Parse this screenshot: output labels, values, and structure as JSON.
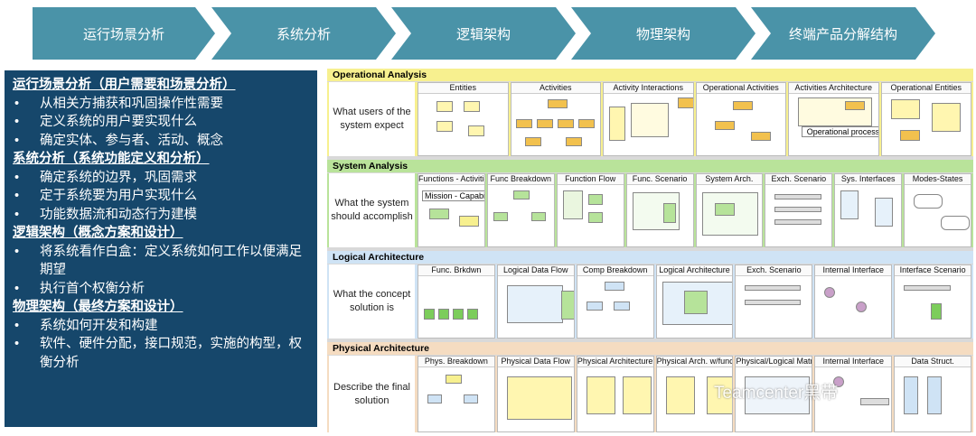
{
  "chevrons": [
    "运行场景分析",
    "系统分析",
    "逻辑架构",
    "物理架构",
    "终端产品分解结构"
  ],
  "left": {
    "sections": [
      {
        "title": "运行场景分析（用户需要和场景分析）",
        "bullets": [
          "从相关方捕获和巩固操作性需要",
          "定义系统的用户要实现什么",
          "确定实体、参与者、活动、概念"
        ]
      },
      {
        "title": "系统分析（系统功能定义和分析）",
        "bullets": [
          "确定系统的边界，巩固需求",
          "定于系统要为用户实现什么",
          "功能数据流和动态行为建模"
        ]
      },
      {
        "title": "逻辑架构（概念方案和设计）",
        "bullets": [
          "将系统看作白盒：定义系统如何工作以便满足期望",
          "执行首个权衡分析"
        ]
      },
      {
        "title": "物理架构（最终方案和设计）",
        "bullets": [
          "系统如何开发和构建",
          "软件、硬件分配，接口规范，实施的构型，权衡分析"
        ]
      }
    ]
  },
  "bands": [
    {
      "title": "Operational Analysis",
      "question": "What users of the system expect",
      "thumbs": [
        "Entities",
        "Activities",
        "Activity Interactions",
        "Operational Activities",
        "Activities Architecture",
        "Operational Entities"
      ]
    },
    {
      "title": "System Analysis",
      "question": "What the system should accomplish",
      "thumbs": [
        "Functions - Activities",
        "Func Breakdown",
        "Function Flow",
        "Func. Scenario",
        "System Arch.",
        "Exch. Scenario",
        "Sys. Interfaces",
        "Modes-States"
      ]
    },
    {
      "title": "Logical Architecture",
      "question": "What the concept solution is",
      "thumbs": [
        "Func. Brkdwn",
        "Logical Data Flow",
        "Comp Breakdown",
        "Logical Architecture",
        "Exch. Scenario",
        "Internal Interface",
        "Interface Scenario"
      ]
    },
    {
      "title": "Physical Architecture",
      "question": "Describe the final solution",
      "thumbs": [
        "Phys. Breakdown",
        "Physical Data Flow",
        "Physical Architecture",
        "Physical Arch. w/functions",
        "Physical/Logical Matrix",
        "Internal Interface",
        "Data Struct."
      ]
    }
  ],
  "inner_texts": {
    "mission": "Mission - Capabilities",
    "process": "Operational process"
  },
  "watermark": "Teamcenter黑带",
  "colors": {
    "chevron": "#4a93a8",
    "leftpanel": "#16476b",
    "band1": "#f7f08f",
    "band2": "#b9e39a",
    "band3": "#cfe3f5",
    "band4": "#f5dcc1"
  }
}
